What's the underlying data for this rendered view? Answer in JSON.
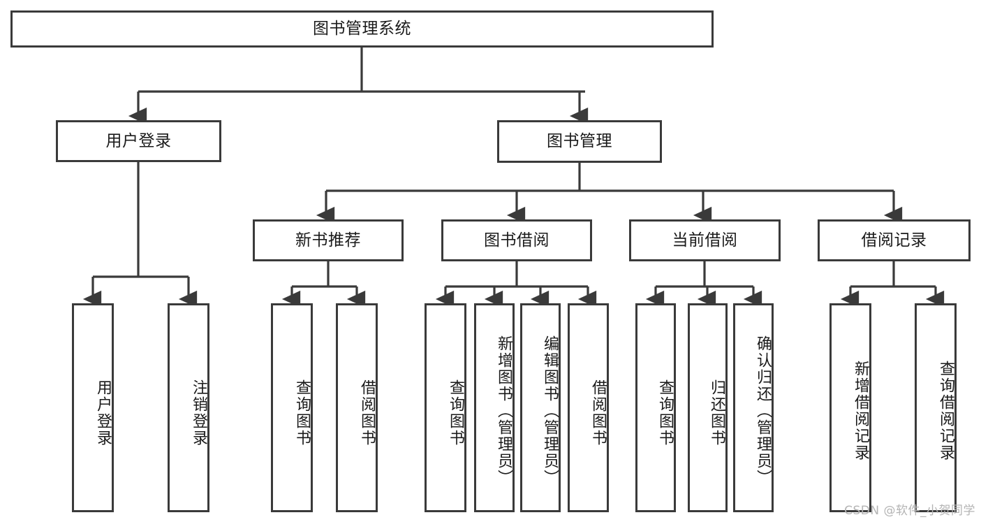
{
  "diagram": {
    "title": "图书管理系统",
    "type": "hierarchy-tree",
    "orientation": "top-down",
    "watermark": "CSDN @软件_小贺同学",
    "colors": {
      "box_border": "#3a3a3a",
      "box_fill": "#ffffff",
      "connector": "#3a3a3a",
      "text": "#1a1a1a",
      "watermark": "#b4b4b4"
    }
  },
  "nodes": {
    "root": {
      "id": "root",
      "label": "图书管理系统",
      "level": 1,
      "orientation": "horizontal"
    },
    "level2": [
      {
        "id": "user-login",
        "label": "用户登录",
        "level": 2,
        "orientation": "horizontal"
      },
      {
        "id": "book-manage",
        "label": "图书管理",
        "level": 2,
        "orientation": "horizontal"
      }
    ],
    "level3": [
      {
        "id": "new-book-rec",
        "label": "新书推荐",
        "level": 3,
        "orientation": "horizontal"
      },
      {
        "id": "book-borrow",
        "label": "图书借阅",
        "level": 3,
        "orientation": "horizontal"
      },
      {
        "id": "current-borrow",
        "label": "当前借阅",
        "level": 3,
        "orientation": "horizontal"
      },
      {
        "id": "borrow-record",
        "label": "借阅记录",
        "level": 3,
        "orientation": "horizontal"
      }
    ],
    "level4": [
      {
        "id": "leaf-user-login",
        "label": "用户登录",
        "parent": "user-login",
        "orientation": "vertical"
      },
      {
        "id": "leaf-user-logout",
        "label": "注销登录",
        "parent": "user-login",
        "orientation": "vertical"
      },
      {
        "id": "leaf-query-book-1",
        "label": "查询图书",
        "parent": "new-book-rec",
        "orientation": "vertical"
      },
      {
        "id": "leaf-borrow-book-1",
        "label": "借阅图书",
        "parent": "new-book-rec",
        "orientation": "vertical"
      },
      {
        "id": "leaf-query-book-2",
        "label": "查询图书",
        "parent": "book-borrow",
        "orientation": "vertical"
      },
      {
        "id": "leaf-add-book",
        "label": "新增图书（管理员）",
        "parent": "book-borrow",
        "orientation": "vertical"
      },
      {
        "id": "leaf-edit-book",
        "label": "编辑图书（管理员）",
        "parent": "book-borrow",
        "orientation": "vertical"
      },
      {
        "id": "leaf-borrow-book-2",
        "label": "借阅图书",
        "parent": "book-borrow",
        "orientation": "vertical"
      },
      {
        "id": "leaf-query-book-3",
        "label": "查询图书",
        "parent": "current-borrow",
        "orientation": "vertical"
      },
      {
        "id": "leaf-return-book",
        "label": "归还图书",
        "parent": "current-borrow",
        "orientation": "vertical"
      },
      {
        "id": "leaf-confirm-return",
        "label": "确认归还（管理员）",
        "parent": "current-borrow",
        "orientation": "vertical"
      },
      {
        "id": "leaf-add-record",
        "label": "新增借阅记录",
        "parent": "borrow-record",
        "orientation": "vertical"
      },
      {
        "id": "leaf-query-record",
        "label": "查询借阅记录",
        "parent": "borrow-record",
        "orientation": "vertical"
      }
    ]
  },
  "edges": [
    {
      "from": "root",
      "to": "user-login"
    },
    {
      "from": "root",
      "to": "book-manage"
    },
    {
      "from": "book-manage",
      "to": "new-book-rec"
    },
    {
      "from": "book-manage",
      "to": "book-borrow"
    },
    {
      "from": "book-manage",
      "to": "current-borrow"
    },
    {
      "from": "book-manage",
      "to": "borrow-record"
    },
    {
      "from": "user-login",
      "to": "leaf-user-login"
    },
    {
      "from": "user-login",
      "to": "leaf-user-logout"
    },
    {
      "from": "new-book-rec",
      "to": "leaf-query-book-1"
    },
    {
      "from": "new-book-rec",
      "to": "leaf-borrow-book-1"
    },
    {
      "from": "book-borrow",
      "to": "leaf-query-book-2"
    },
    {
      "from": "book-borrow",
      "to": "leaf-add-book"
    },
    {
      "from": "book-borrow",
      "to": "leaf-edit-book"
    },
    {
      "from": "book-borrow",
      "to": "leaf-borrow-book-2"
    },
    {
      "from": "current-borrow",
      "to": "leaf-query-book-3"
    },
    {
      "from": "current-borrow",
      "to": "leaf-return-book"
    },
    {
      "from": "current-borrow",
      "to": "leaf-confirm-return"
    },
    {
      "from": "borrow-record",
      "to": "leaf-add-record"
    },
    {
      "from": "borrow-record",
      "to": "leaf-query-record"
    }
  ]
}
